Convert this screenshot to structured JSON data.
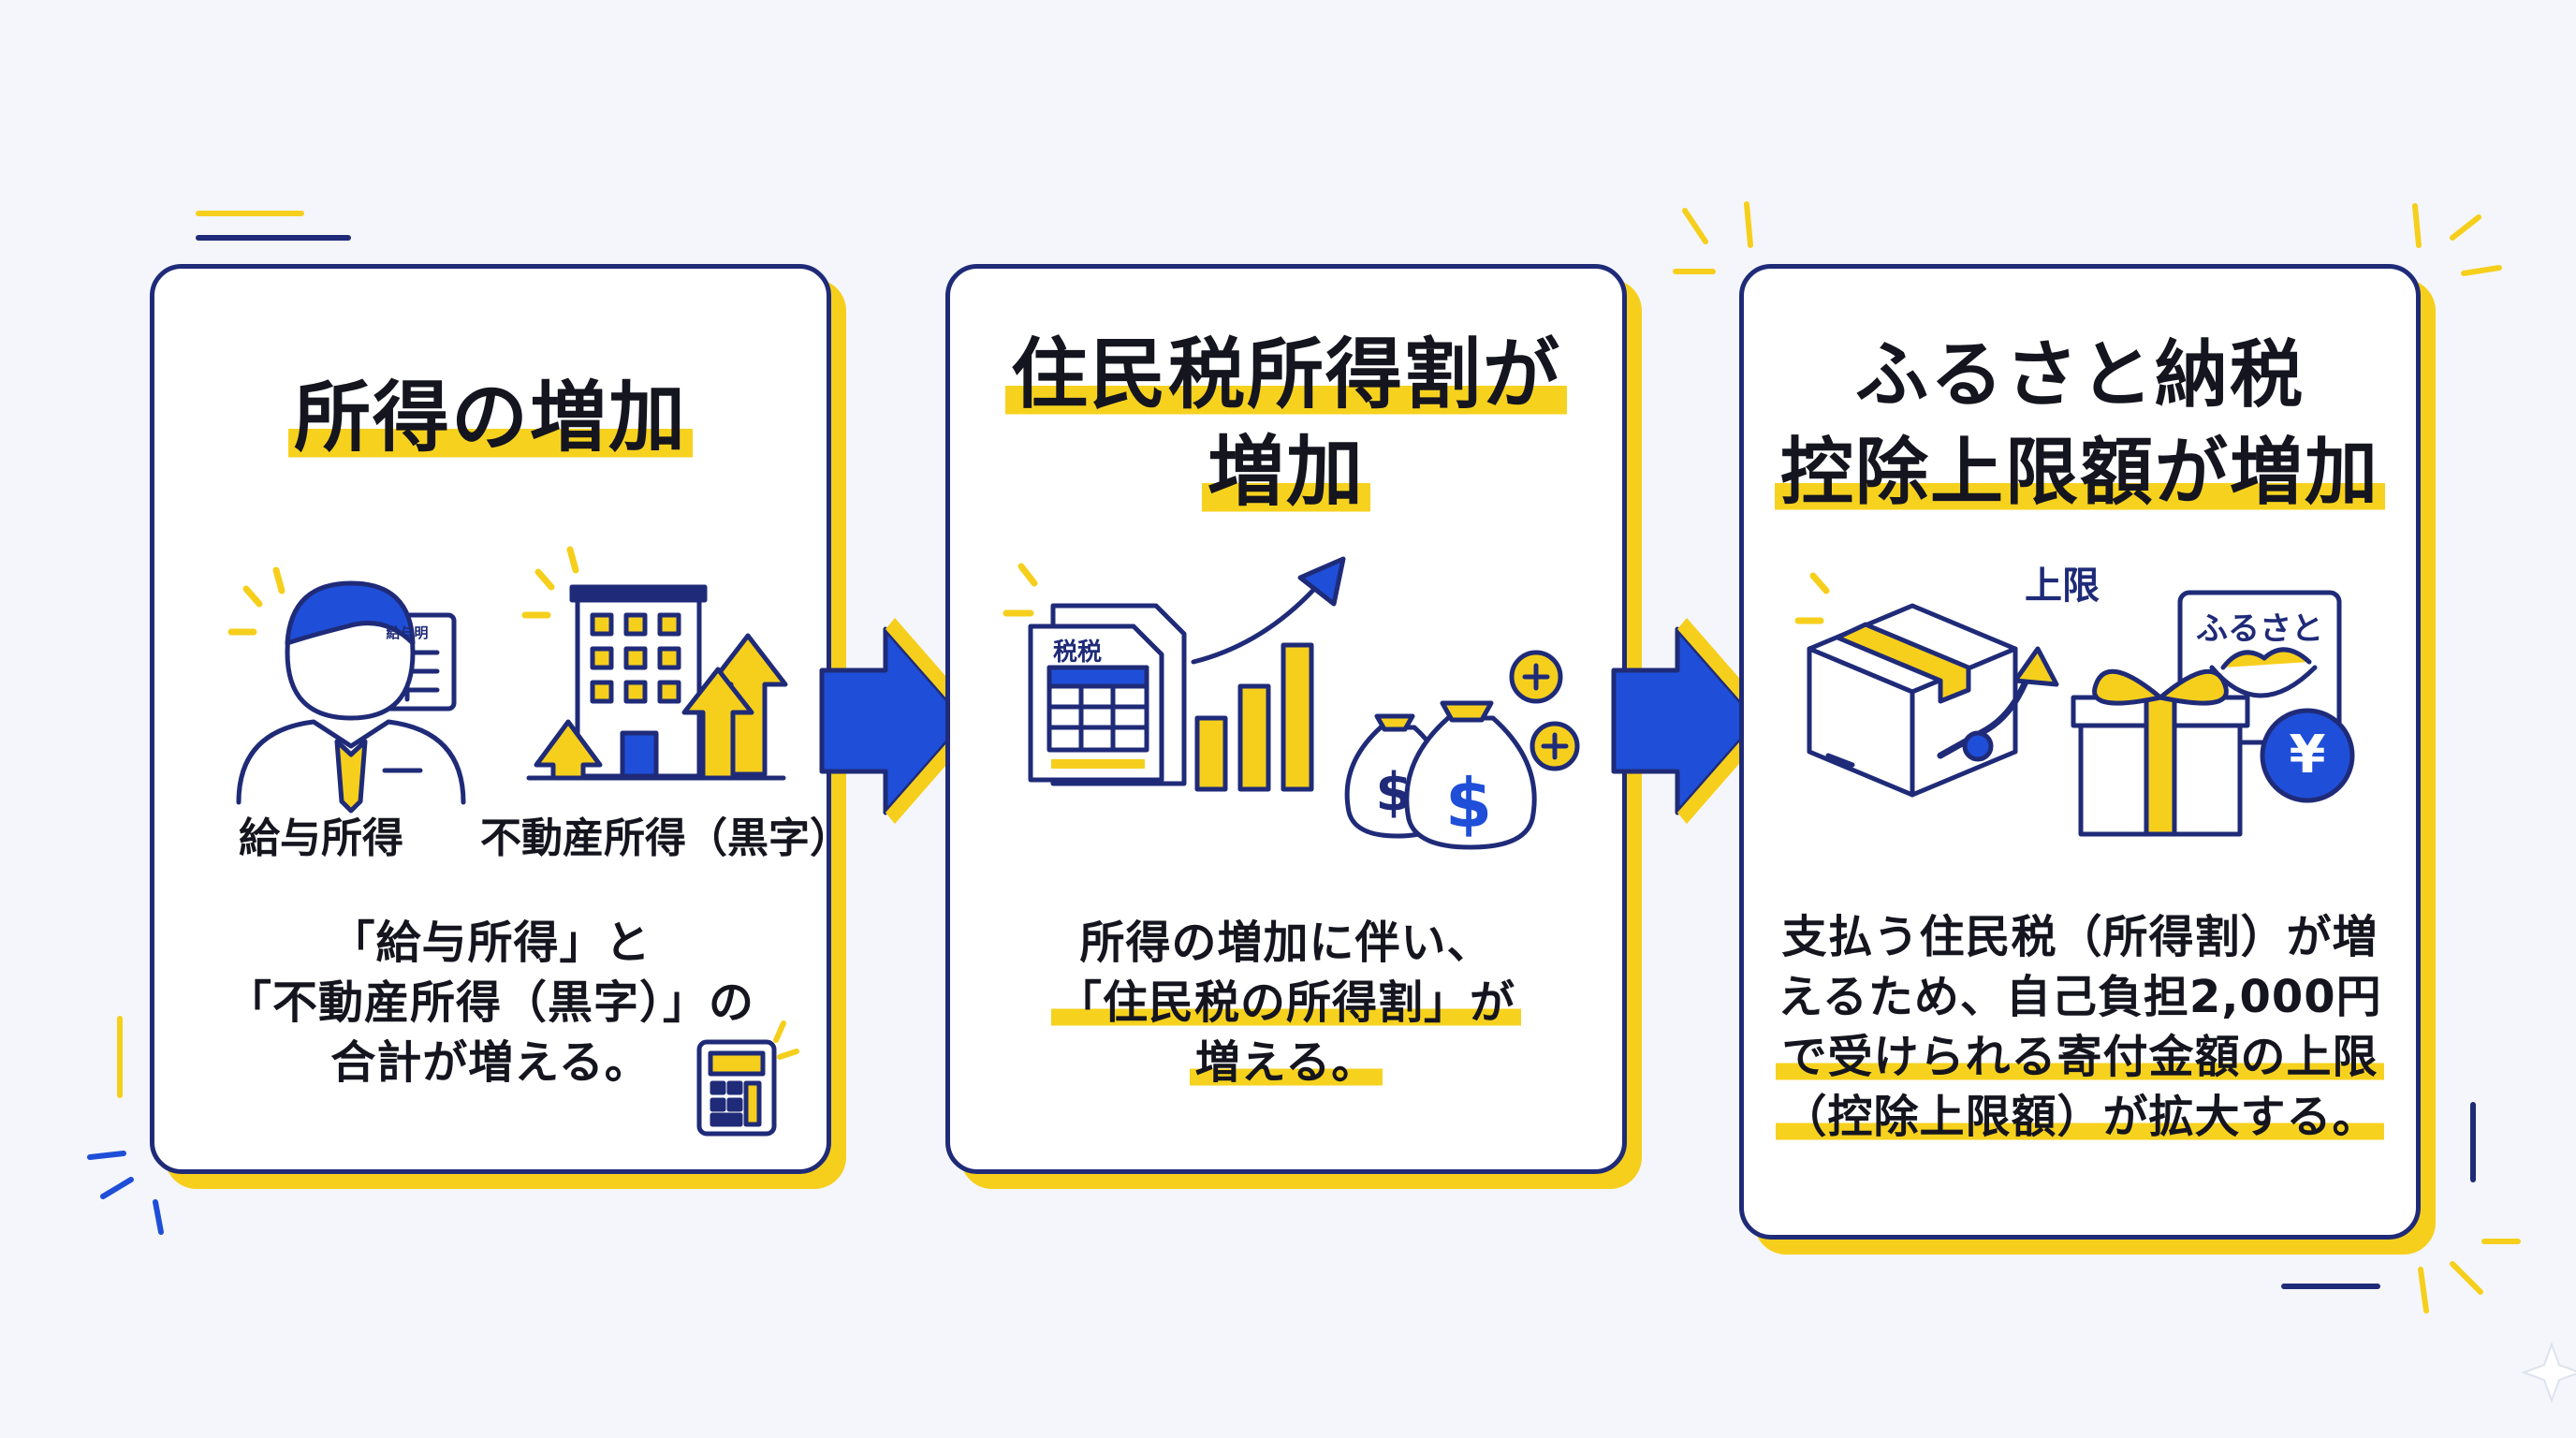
{
  "steps": [
    {
      "title": [
        "所得の増加"
      ],
      "icon_labels": [
        "給与所得",
        "不動産所得（黒字）"
      ],
      "description": [
        "「給与所得」と",
        "「不動産所得（黒字）」の",
        "合計が増える。"
      ],
      "icon_texts": {
        "salary_slip": "給与明"
      }
    },
    {
      "title": [
        "住民税所得割が",
        "増加"
      ],
      "description": [
        "所得の増加に伴い、",
        "「住民税の所得割」が",
        "増える。"
      ],
      "icon_texts": {
        "tax_doc": "税税"
      }
    },
    {
      "title": [
        "ふるさと納税",
        "控除上限額が増加"
      ],
      "description": [
        "支払う住民税（所得割）が増",
        "えるため、自己負担2,000円",
        "で受けられる寄付金額の上限",
        "（控除上限額）が拡大する。"
      ],
      "icon_texts": {
        "limit": "上限",
        "furusato": "ふるさと",
        "yen": "¥"
      }
    }
  ],
  "colors": {
    "navy": "#1f2b78",
    "yellow": "#f6cf1c",
    "blue": "#1f4fd8"
  },
  "icons": [
    "person-icon",
    "building-icon",
    "tax-document-icon",
    "growth-chart-icon",
    "money-bag-icon",
    "box-icon",
    "gift-icon",
    "yen-coin-icon",
    "calculator-icon"
  ]
}
